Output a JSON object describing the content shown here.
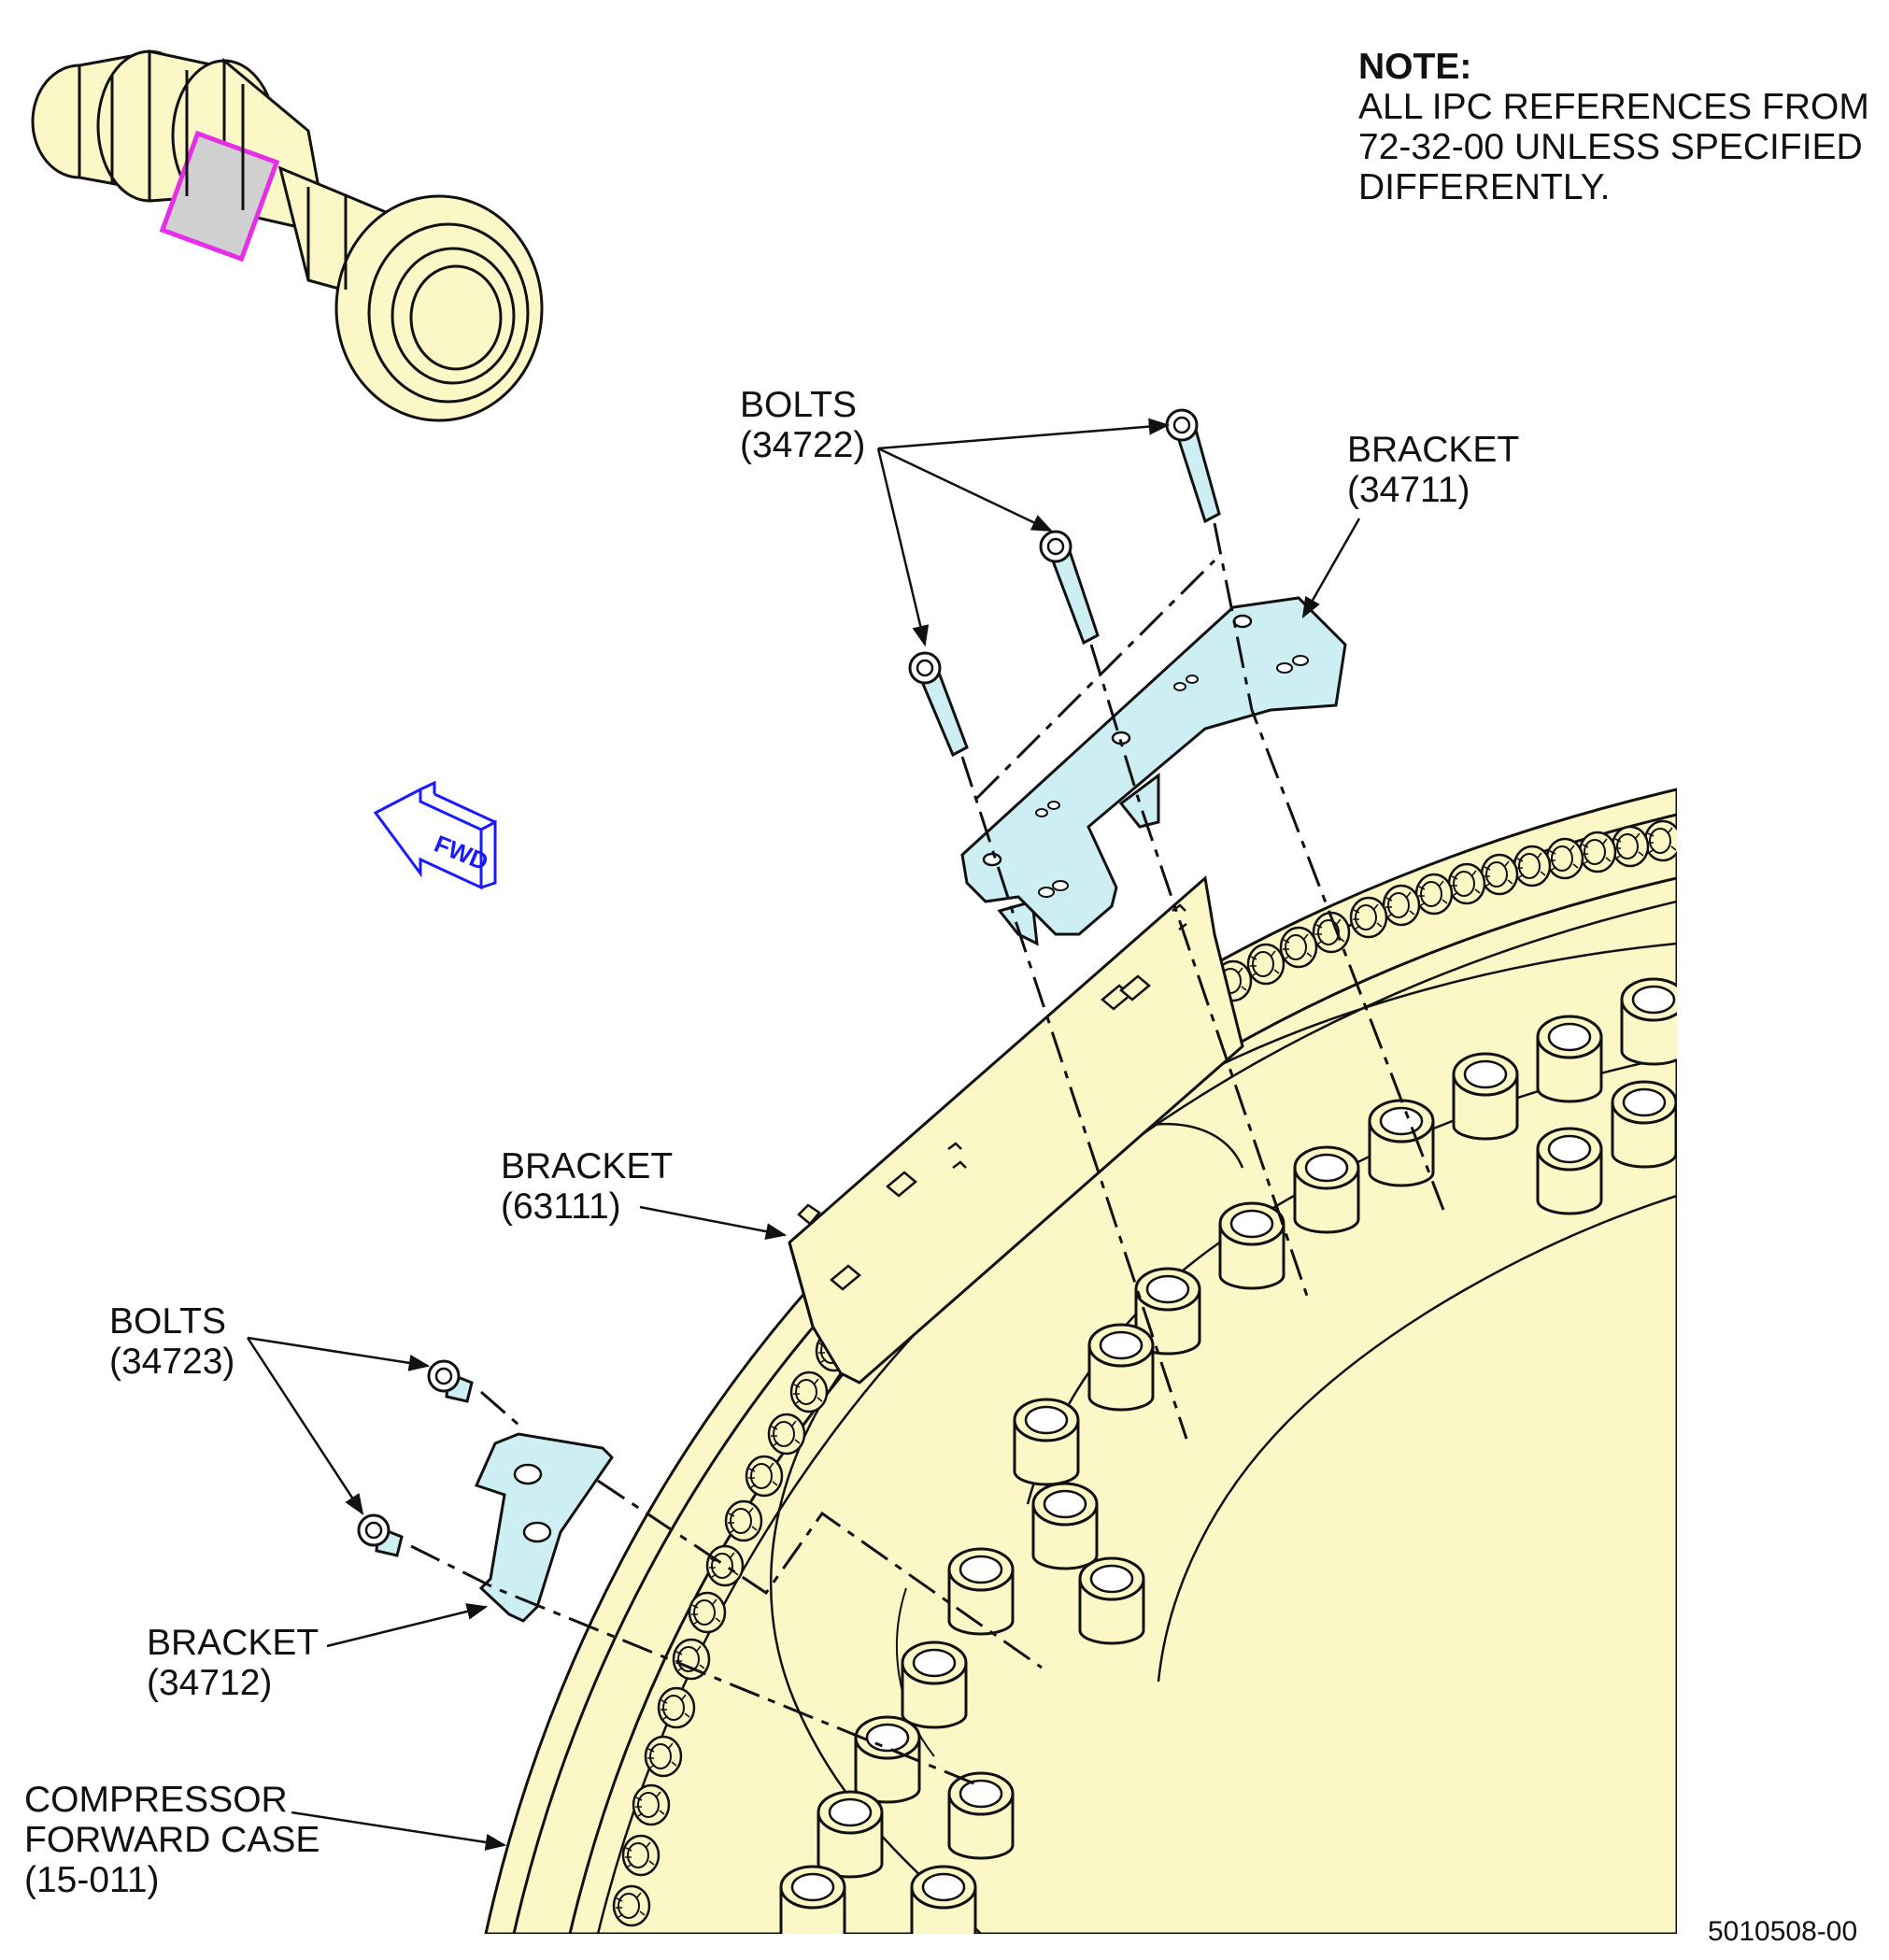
{
  "note": {
    "heading": "NOTE:",
    "lines": [
      "ALL IPC REFERENCES FROM",
      "72-32-00 UNLESS SPECIFIED",
      "DIFFERENTLY."
    ]
  },
  "labels": {
    "bolts_34722": {
      "name": "BOLTS",
      "ref": "(34722)"
    },
    "bracket_34711": {
      "name": "BRACKET",
      "ref": "(34711)"
    },
    "bracket_63111": {
      "name": "BRACKET",
      "ref": "(63111)"
    },
    "bolts_34723": {
      "name": "BOLTS",
      "ref": "(34723)"
    },
    "bracket_34712": {
      "name": "BRACKET",
      "ref": "(34712)"
    },
    "compressor_case": {
      "line1": "COMPRESSOR",
      "line2": "FORWARD CASE",
      "ref": "(15-011)"
    }
  },
  "direction_arrow": "FWD",
  "figure_id": "5010508-00",
  "colors": {
    "case_fill": "#fbf7c6",
    "bracket_fill": "#cdeef3",
    "highlight": "#e62ee6",
    "fwd_arrow": "#1a1aff",
    "line": "#111111"
  }
}
